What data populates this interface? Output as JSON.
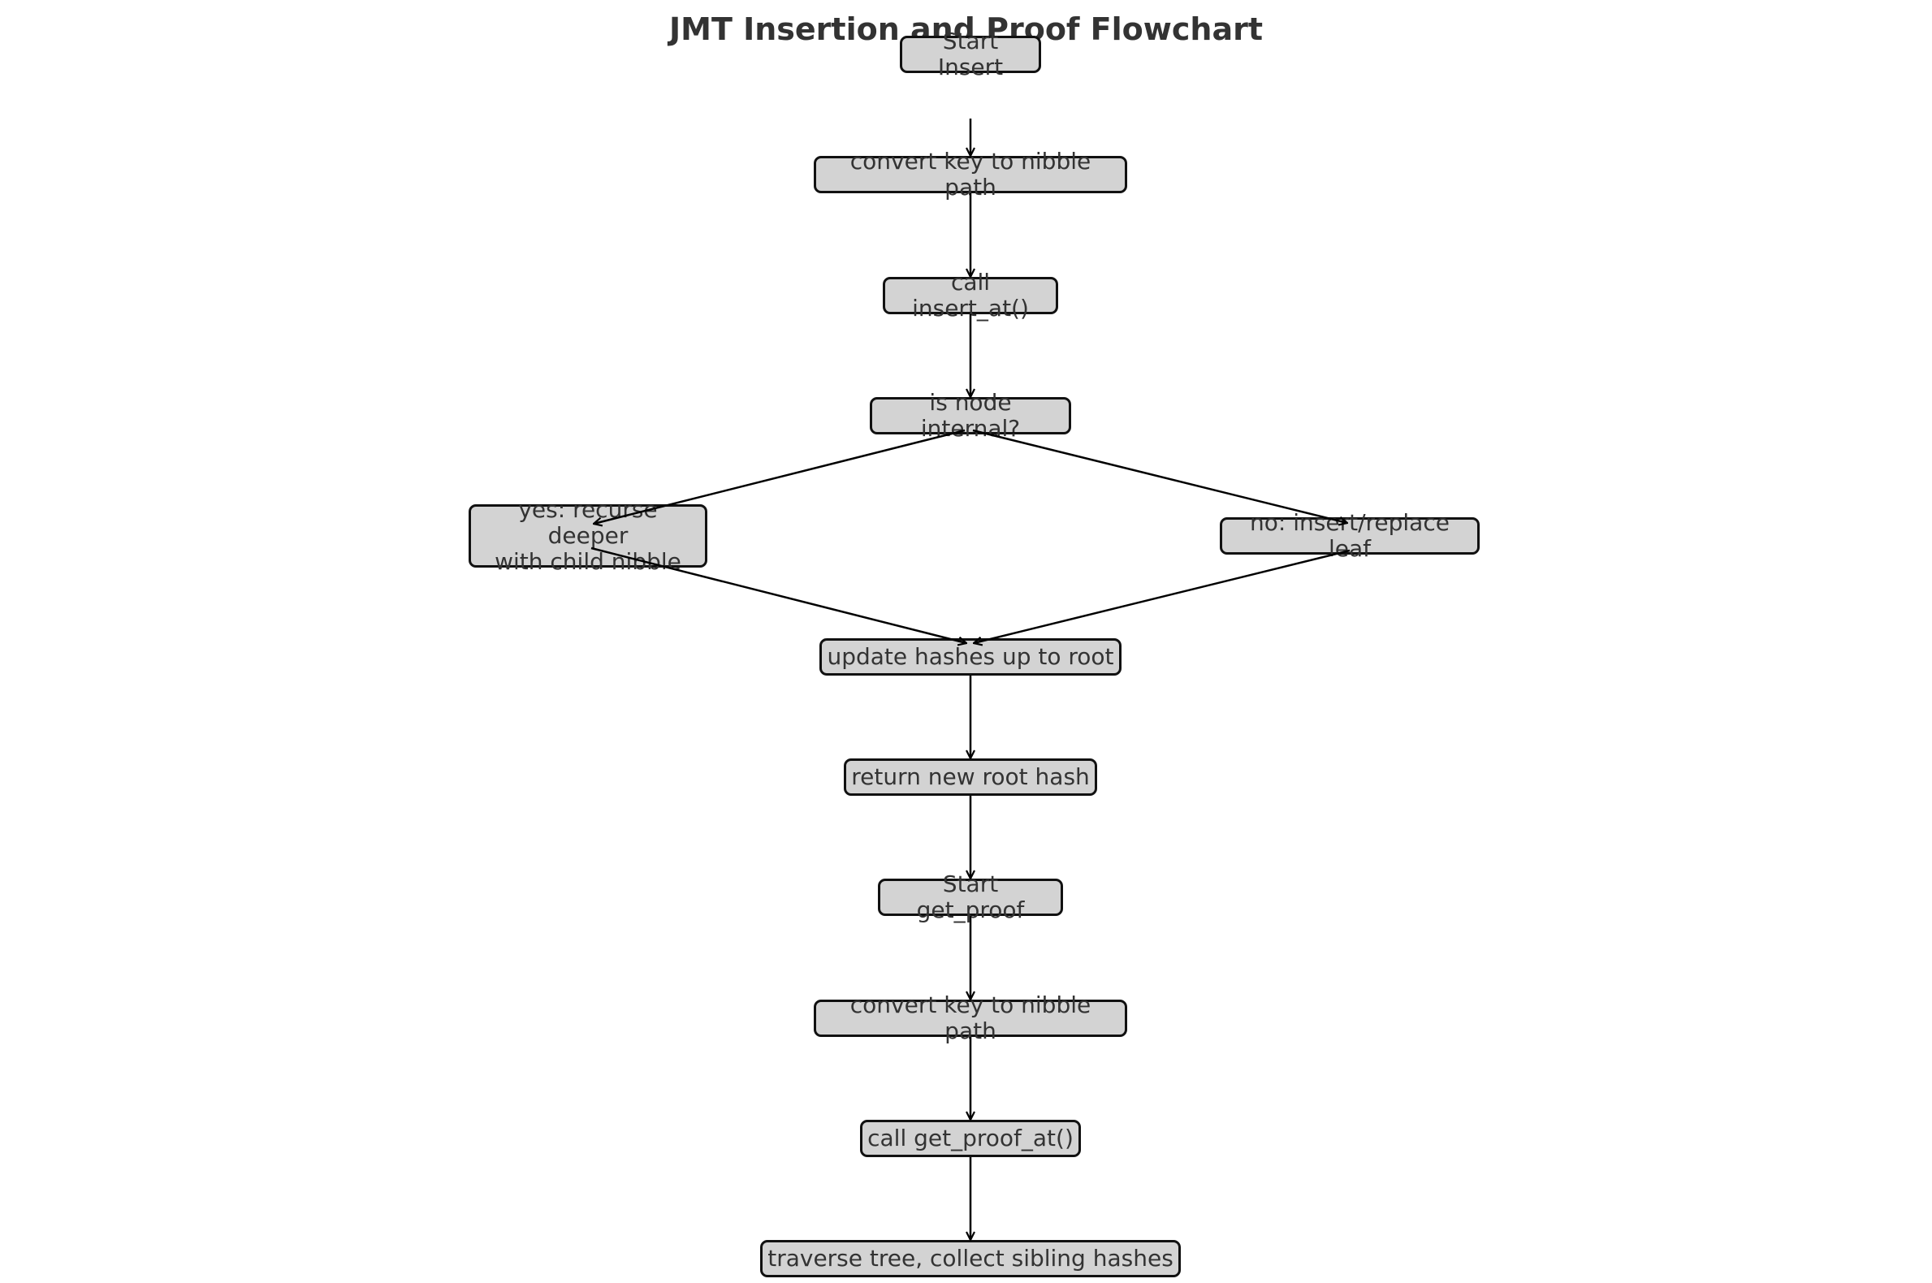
{
  "title": "JMT Insertion and Proof Flowchart",
  "nodes": {
    "start_insert": "Start Insert",
    "convert_key_1": "convert key to nibble path",
    "call_insert_at": "call insert_at()",
    "is_node_internal": "is node internal?",
    "yes_recurse": "yes: recurse deeper\nwith child nibble",
    "no_insert_replace": "no: insert/replace leaf",
    "update_hashes": "update hashes up to root",
    "return_root_hash": "return new root hash",
    "start_get_proof": "Start get_proof",
    "convert_key_2": "convert key to nibble path",
    "call_get_proof_at": "call get_proof_at()",
    "traverse_tree": "traverse tree, collect sibling hashes"
  },
  "colors": {
    "node_fill": "#d3d3d3",
    "node_border": "#111111",
    "text": "#333333",
    "edge": "#000000"
  }
}
